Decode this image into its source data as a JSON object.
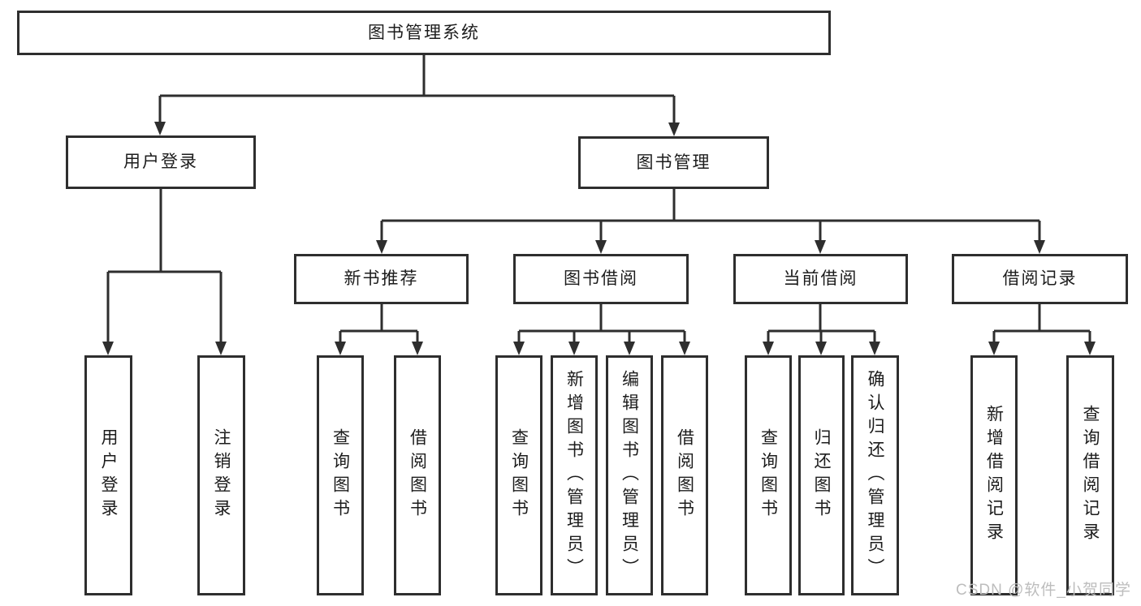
{
  "diagram": {
    "title_hint": "library-management-system-function-tree",
    "nodes": {
      "root": "图书管理系统",
      "user_login": "用户登录",
      "book_mgmt": "图书管理",
      "new_books": "新书推荐",
      "book_borrow": "图书借阅",
      "current_borrow": "当前借阅",
      "borrow_records": "借阅记录",
      "leaf_login": "用户登录",
      "leaf_logout": "注销登录",
      "nb_query": "查询图书",
      "nb_borrow": "借阅图书",
      "bw_query": "查询图书",
      "bw_add": "新增图书（管理员）",
      "bw_edit": "编辑图书（管理员）",
      "bw_borrow": "借阅图书",
      "cur_query": "查询图书",
      "cur_return": "归还图书",
      "cur_confirm": "确认归还（管理员）",
      "rec_add": "新增借阅记录",
      "rec_query": "查询借阅记录"
    },
    "watermark": "CSDN @软件_小贺同学",
    "colors": {
      "line": "#2e2e2e",
      "box_border": "#2e2e2e",
      "box_fill": "#ffffff",
      "text": "#1c1c1c",
      "watermark": "#bdbdbd",
      "background": "#ffffff"
    }
  }
}
